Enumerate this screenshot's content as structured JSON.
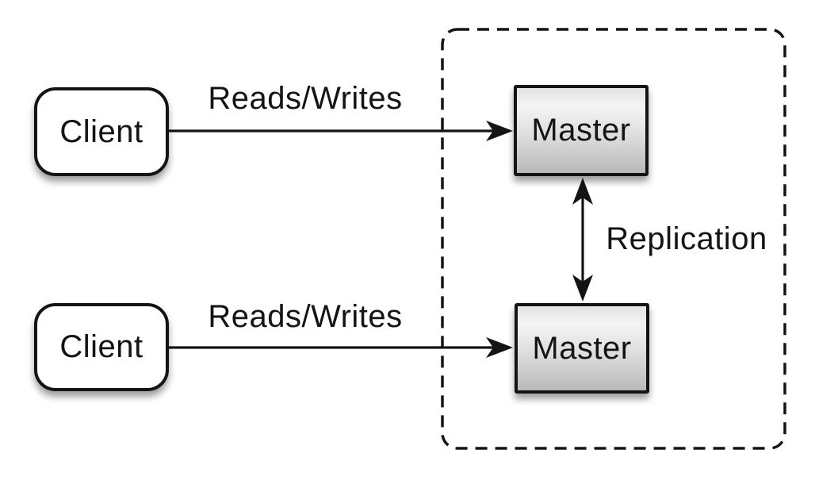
{
  "nodes": {
    "client_top": {
      "label": "Client"
    },
    "client_bottom": {
      "label": "Client"
    },
    "master_top": {
      "label": "Master"
    },
    "master_bottom": {
      "label": "Master"
    }
  },
  "edges": {
    "reads_writes_top": {
      "label": "Reads/Writes",
      "from": "client_top",
      "to": "master_top",
      "direction": "one-way"
    },
    "reads_writes_bottom": {
      "label": "Reads/Writes",
      "from": "client_bottom",
      "to": "master_bottom",
      "direction": "one-way"
    },
    "replication": {
      "label": "Replication",
      "from": "master_top",
      "to": "master_bottom",
      "direction": "two-way"
    }
  },
  "group": {
    "style": "dashed-rounded-rectangle",
    "contains": [
      "master_top",
      "master_bottom"
    ]
  },
  "colors": {
    "stroke": "#141414",
    "background": "#ffffff",
    "client_fill": "#ffffff",
    "master_fill_light": "#f4f4f4",
    "master_fill_dark": "#b9b9b9"
  }
}
